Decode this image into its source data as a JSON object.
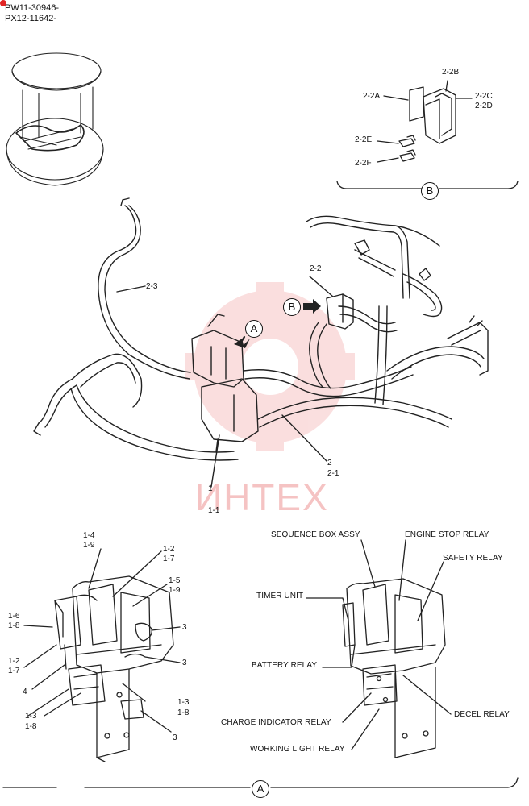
{
  "header": {
    "code1": "PW11-30946-",
    "code2": "PX12-11642-"
  },
  "watermark": "ИНТЕХ",
  "callouts": {
    "A": "A",
    "B": "B"
  },
  "inset_B": {
    "labels": [
      "2-2B",
      "2-2A",
      "2-2C",
      "2-2D",
      "2-2E",
      "2-2F"
    ],
    "footer": "B"
  },
  "harness": {
    "labels": [
      "2-3",
      "2-2",
      "2",
      "2-1",
      "1",
      "1-1"
    ]
  },
  "detail_A_left": {
    "labels": [
      "1-4",
      "1-9",
      "1-2",
      "1-7",
      "1-5",
      "1-9",
      "1-6",
      "1-8",
      "3",
      "3",
      "1-2",
      "1-7",
      "4",
      "1-3",
      "1-8",
      "1-3",
      "1-8",
      "3"
    ]
  },
  "detail_A_right": {
    "labels": [
      "SEQUENCE BOX ASSY",
      "ENGINE STOP RELAY",
      "SAFETY RELAY",
      "TIMER UNIT",
      "BATTERY RELAY",
      "CHARGE INDICATOR RELAY",
      "DECEL RELAY",
      "WORKING LIGHT RELAY"
    ]
  },
  "footer": {
    "A": "A"
  }
}
